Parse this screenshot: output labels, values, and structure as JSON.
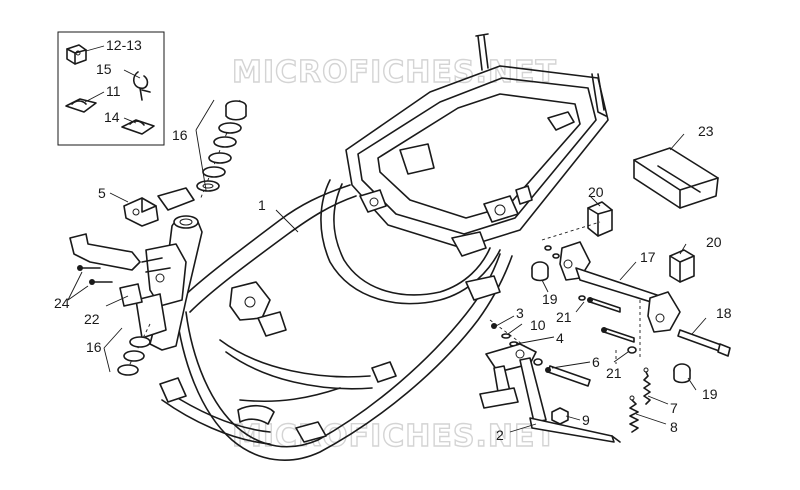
{
  "watermark": "MICROFICHES.NET",
  "callouts": {
    "c1": "1",
    "c2": "2",
    "c3": "3",
    "c4": "4",
    "c5": "5",
    "c6": "6",
    "c7": "7",
    "c8": "8",
    "c9": "9",
    "c10": "10",
    "c11": "11",
    "c12_13": "12-13",
    "c14": "14",
    "c15": "15",
    "c16_top": "16",
    "c16_bottom": "16",
    "c17": "17",
    "c18": "18",
    "c19_left": "19",
    "c19_right": "19",
    "c20_left": "20",
    "c20_right": "20",
    "c21_top": "21",
    "c21_bottom": "21",
    "c22": "22",
    "c23": "23",
    "c24": "24"
  }
}
